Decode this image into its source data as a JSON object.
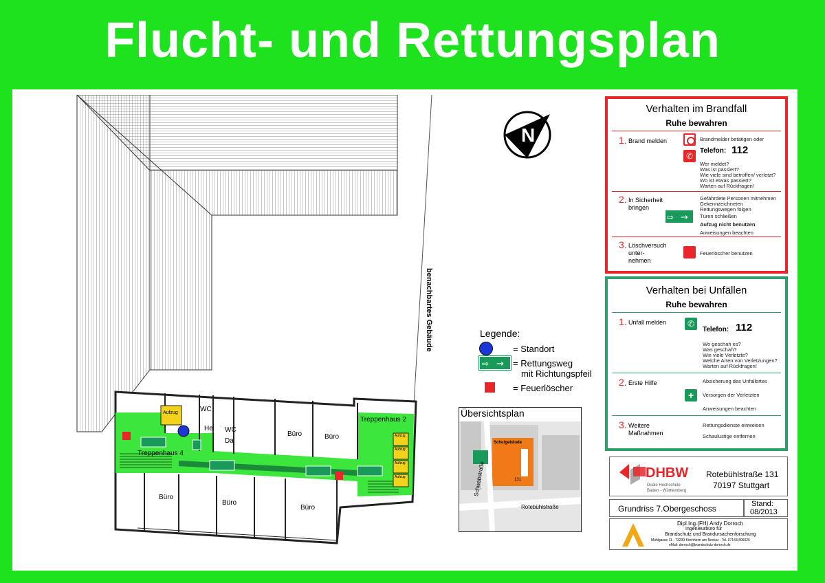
{
  "header": {
    "title": "Flucht- und Rettungsplan"
  },
  "floorplan": {
    "neighbor_label": "benachbartes Gebäude",
    "rooms": {
      "aufzug": "Aufzug",
      "wc1": "WC",
      "wc2": "WC",
      "he": "He",
      "da": "Da",
      "buero_top_1": "Büro",
      "buero_top_2": "Büro",
      "treppenhaus2": "Treppenhaus 2",
      "treppenhaus4": "Treppenhaus 4",
      "buero_bottom_1": "Büro",
      "buero_bottom_2": "Büro",
      "buero_bottom_3": "Büro",
      "aufzug_small_1": "Aufzug",
      "aufzug_small_2": "Aufzug",
      "aufzug_small_3": "Aufzug",
      "aufzug_small_4": "Aufzug"
    },
    "compass": "N"
  },
  "legend": {
    "title": "Legende:",
    "standort": "= Standort",
    "rettungsweg_1": "= Rettungsweg",
    "rettungsweg_2": "mit Richtungspfeil",
    "feuerloescher": "= Feuerlöscher",
    "colors": {
      "standort": "#1a37d8",
      "rettungsweg": "#1a9a5a",
      "feuerloescher": "#e8262a"
    }
  },
  "overview": {
    "title": "Übersichtsplan",
    "building_label": "Schulgebäude",
    "number": "131",
    "street_1": "Schwabstraße",
    "street_2": "Rotebühlstraße"
  },
  "brandfall": {
    "title": "Verhalten im Brandfall",
    "subtitle": "Ruhe bewahren",
    "step1": {
      "num": "1.",
      "label": "Brand melden",
      "line1": "Brandmelder betätigen oder",
      "phone_label": "Telefon:",
      "phone": "112",
      "q1": "Wer meldet?",
      "q2": "Was ist passiert?",
      "q3": "Wie viele sind betroffen/ verletzt?",
      "q4": "Wo ist etwas passiert?",
      "q5": "Warten auf Rückfragen!"
    },
    "step2": {
      "num": "2.",
      "label_1": "In Sicherheit",
      "label_2": "bringen",
      "l1": "Gefährdete Personen mitnehmen",
      "l2": "Gekennzeichneten",
      "l3": "Rettungswegen folgen",
      "l4": "Türen schließen",
      "l5": "Aufzug nicht benutzen",
      "l6": "Anweisungen beachten"
    },
    "step3": {
      "num": "3.",
      "label_1": "Löschversuch",
      "label_2": "unter-",
      "label_3": "nehmen",
      "l1": "Feuerlöscher benutzen"
    }
  },
  "unfall": {
    "title": "Verhalten bei Unfällen",
    "subtitle": "Ruhe bewahren",
    "step1": {
      "num": "1.",
      "label": "Unfall melden",
      "phone_label": "Telefon:",
      "phone": "112",
      "q1": "Wo geschah es?",
      "q2": "Was geschah?",
      "q3": "Wie viele Verletzte?",
      "q4": "Welche Arten von Verletzungen?",
      "q5": "Warten auf Rückfragen!"
    },
    "step2": {
      "num": "2.",
      "label": "Erste Hilfe",
      "l1": "Absicherung des Unfallortes",
      "l2": "Versorgen der Verletzten",
      "l3": "Anweisungen beachten"
    },
    "step3": {
      "num": "3.",
      "label_1": "Weitere",
      "label_2": "Maßnahmen",
      "l1": "Rettungsdienste einweisen",
      "l2": "Schaulustige entfernen"
    }
  },
  "titleblock": {
    "logo_text": "DHBW",
    "logo_sub_1": "Duale Hochschule",
    "logo_sub_2": "Baden - Württemberg",
    "address_1": "Rotebühlstraße 131",
    "address_2": "70197 Stuttgart",
    "plan_name": "Grundriss 7.Obergeschoss",
    "stand_label": "Stand:",
    "stand_value": "08/2013",
    "author_1": "Dipl.Ing.(FH) Andy Dorroch",
    "author_2": "Ingenieurbüro für",
    "author_3": "Brandschutz und Brandursachenforschung",
    "author_4": "Mühlgasse 11 - 73230 Kirchheim am Neckar - Tel. 07143/406026",
    "author_5": "eMail: dorroch@brandschutz-dorroch.de"
  }
}
